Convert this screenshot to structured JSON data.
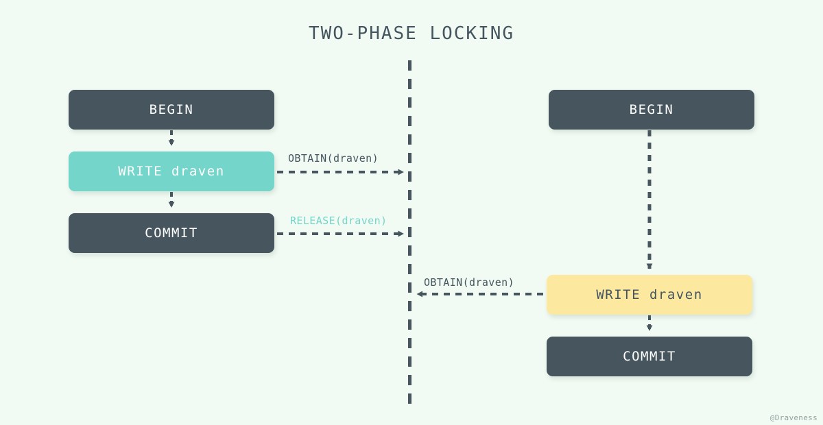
{
  "diagram": {
    "title": "TWO-PHASE LOCKING",
    "watermark": "@Draveness",
    "background_color": "#f2fbf3",
    "colors": {
      "node_dark": "#46555e",
      "node_teal": "#74d5ca",
      "node_yellow": "#fde8a0",
      "text_dark": "#44555f",
      "text_light": "#ffffff",
      "edge": "#46555e",
      "release_label": "#74d5ca",
      "watermark": "#8fa3a0"
    },
    "divider": {
      "name": "lock-manager-timeline",
      "style": "dashed",
      "orientation": "vertical"
    },
    "left_transaction": {
      "nodes": [
        {
          "id": "left-begin",
          "label": "BEGIN",
          "style": "dark"
        },
        {
          "id": "left-write",
          "label": "WRITE draven",
          "style": "teal"
        },
        {
          "id": "left-commit",
          "label": "COMMIT",
          "style": "dark"
        }
      ]
    },
    "right_transaction": {
      "nodes": [
        {
          "id": "right-begin",
          "label": "BEGIN",
          "style": "dark"
        },
        {
          "id": "right-write",
          "label": "WRITE draven",
          "style": "yellow"
        },
        {
          "id": "right-commit",
          "label": "COMMIT",
          "style": "dark"
        }
      ]
    },
    "edges": [
      {
        "id": "obtain-1",
        "label": "OBTAIN(draven)",
        "from": "left-write",
        "to": "divider",
        "direction": "right",
        "color": "dark"
      },
      {
        "id": "release-1",
        "label": "RELEASE(draven)",
        "from": "left-commit",
        "to": "divider",
        "direction": "right",
        "color": "teal"
      },
      {
        "id": "obtain-2",
        "label": "OBTAIN(draven)",
        "from": "right-write",
        "to": "divider",
        "direction": "left",
        "color": "dark"
      }
    ]
  }
}
